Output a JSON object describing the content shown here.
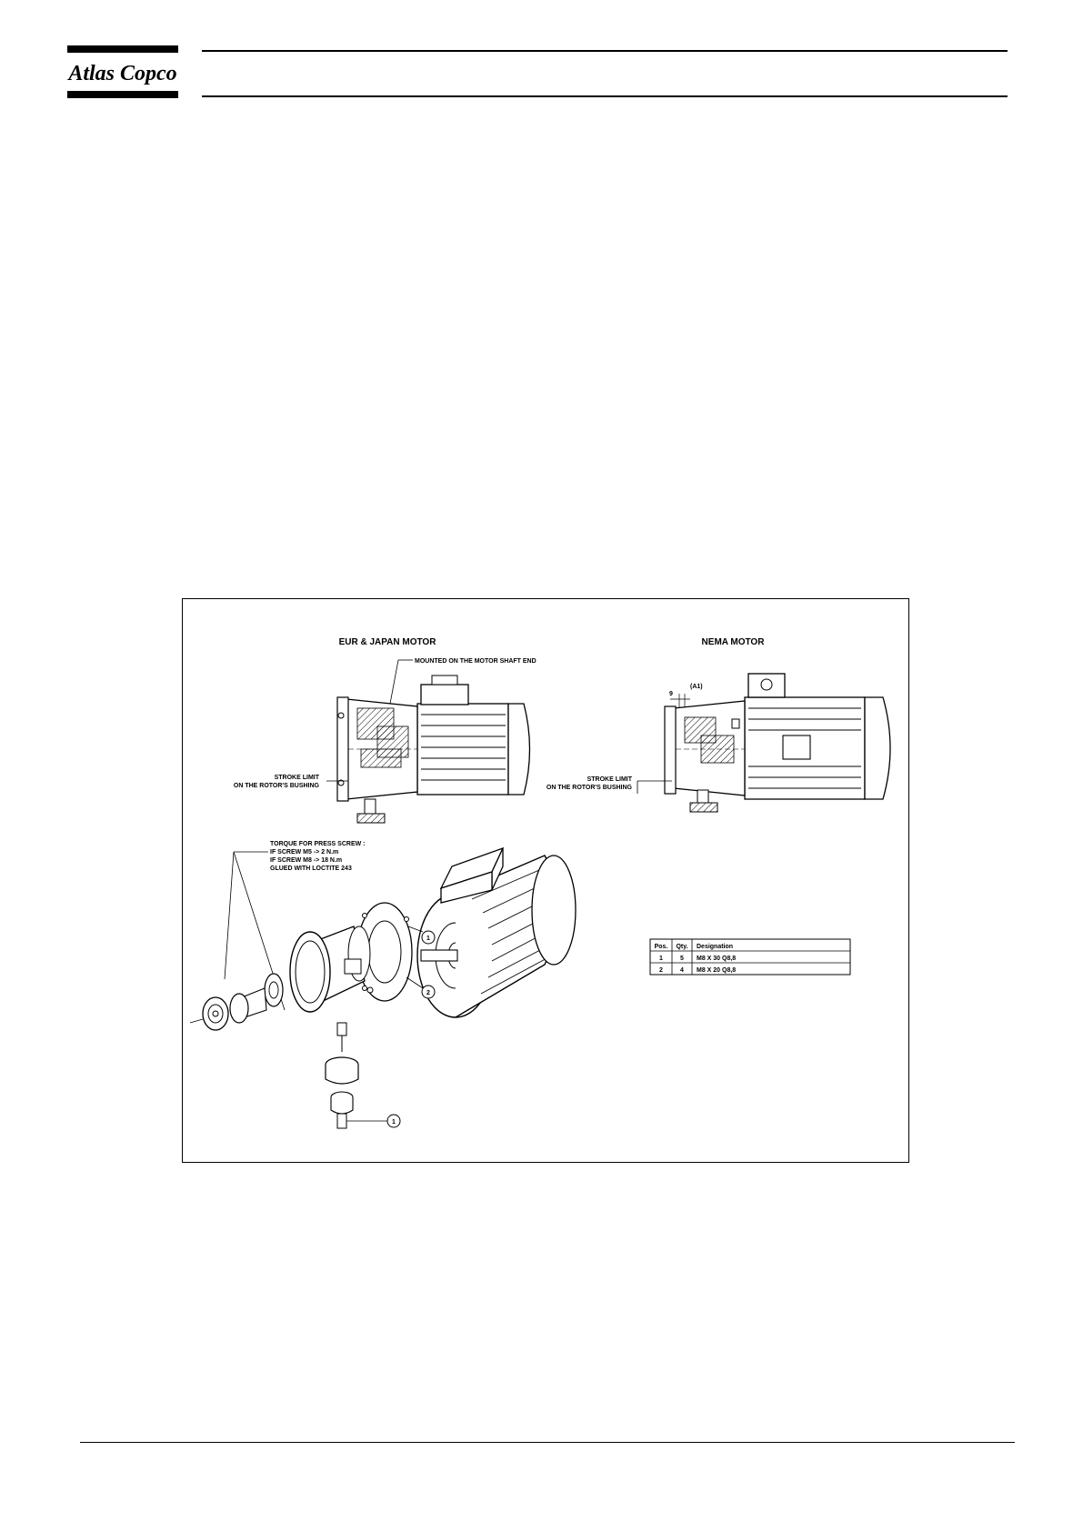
{
  "brand": {
    "logo_text": "Atlas Copco"
  },
  "figure": {
    "views": {
      "eur_japan": {
        "title": "EUR & JAPAN MOTOR",
        "callout_mounted": "MOUNTED ON THE MOTOR SHAFT END",
        "stroke_limit_line1": "STROKE LIMIT",
        "stroke_limit_line2": "ON THE ROTOR'S BUSHING"
      },
      "nema": {
        "title": "NEMA MOTOR",
        "dim_label": "9",
        "ref_label": "(A1)",
        "stroke_limit_line1": "STROKE LIMIT",
        "stroke_limit_line2": "ON THE ROTOR'S BUSHING"
      }
    },
    "torque_note": {
      "line1": "TORQUE FOR PRESS SCREW :",
      "line2": "IF SCREW M5 -> 2 N.m",
      "line3": "IF SCREW M8 -> 18 N.m",
      "line4": "GLUED WITH LOCTITE 243"
    },
    "balloons": {
      "b1": "1",
      "b2": "2",
      "b3": "1"
    },
    "parts_table": {
      "headers": [
        "Pos.",
        "Qty.",
        "Designation"
      ],
      "rows": [
        {
          "pos": "1",
          "qty": "5",
          "designation": "M8 X 30 Q8,8"
        },
        {
          "pos": "2",
          "qty": "4",
          "designation": "M8 X 20 Q8,8"
        }
      ]
    }
  }
}
